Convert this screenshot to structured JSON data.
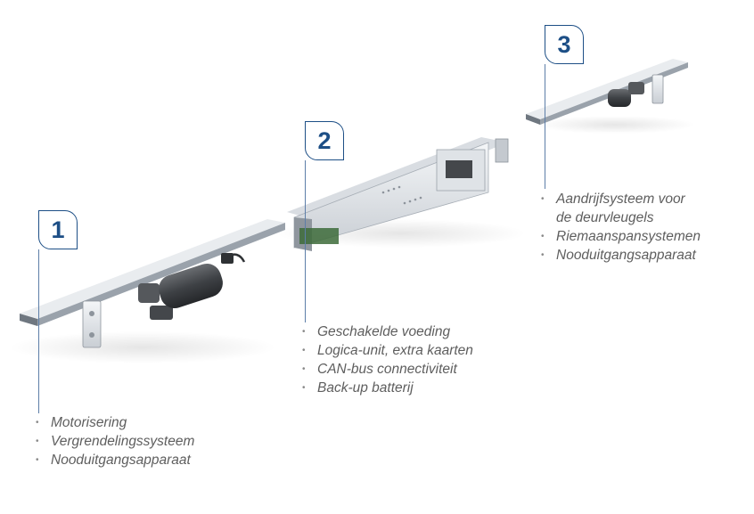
{
  "colors": {
    "accent": "#1d4f86",
    "text": "#5e5e5e",
    "rail_top": "#e9ecef",
    "rail_side": "#9aa2ab",
    "motor": "#4b4e52"
  },
  "components": [
    {
      "number": "1",
      "features": [
        "Motorisering",
        "Vergrendelingssysteem",
        "Nooduitgangsapparaat"
      ]
    },
    {
      "number": "2",
      "features": [
        "Geschakelde voeding",
        "Logica-unit, extra kaarten",
        "CAN-bus connectiviteit",
        "Back-up batterij"
      ]
    },
    {
      "number": "3",
      "features": [
        "Aandrijfsysteem voor",
        "de deurvleugels",
        "Riemaanspansystemen",
        "Nooduitgangsapparaat"
      ]
    }
  ]
}
